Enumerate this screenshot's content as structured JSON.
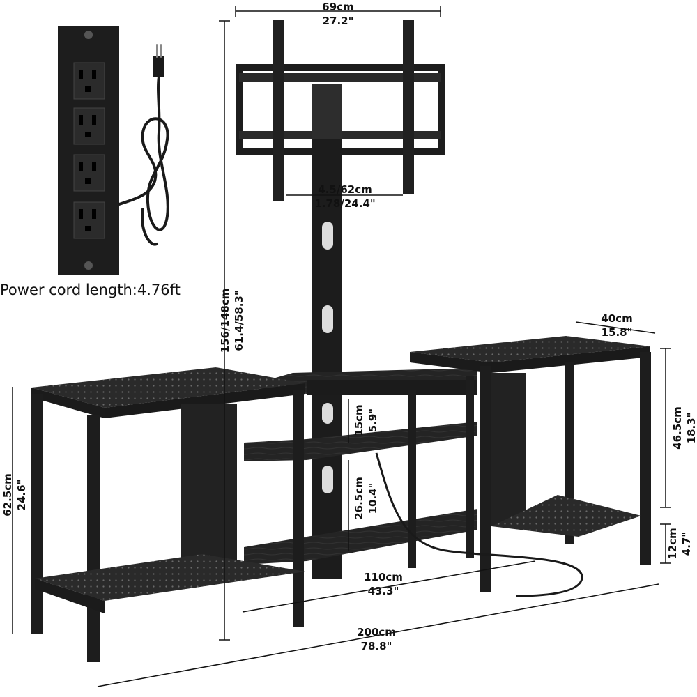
{
  "power_cord": {
    "label": "Power cord length:4.76ft"
  },
  "dimensions": {
    "mount_width": {
      "metric": "69cm",
      "imperial": "27.2\""
    },
    "vesa_range": {
      "metric": "4.5/62cm",
      "imperial": "1.78/24.4\""
    },
    "total_height": {
      "metric": "156/148cm",
      "imperial": "61.4/58.3\""
    },
    "side_depth": {
      "metric": "40cm",
      "imperial": "15.8\""
    },
    "side_height": {
      "metric": "62.5cm",
      "imperial": "24.6\""
    },
    "right_table_height": {
      "metric": "46.5cm",
      "imperial": "18.3\""
    },
    "leg_clearance": {
      "metric": "12cm",
      "imperial": "4.7\""
    },
    "middle_shelf_gap": {
      "metric": "15cm",
      "imperial": "5.9\""
    },
    "bottom_shelf_gap": {
      "metric": "26.5cm",
      "imperial": "10.4\""
    },
    "center_width": {
      "metric": "110cm",
      "imperial": "43.3\""
    },
    "total_width": {
      "metric": "200cm",
      "imperial": "78.8\""
    }
  }
}
